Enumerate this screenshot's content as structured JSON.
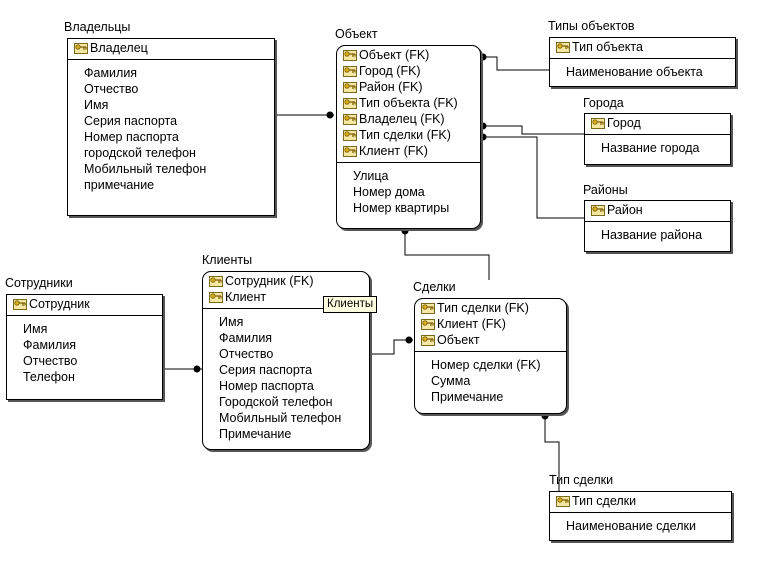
{
  "entities": {
    "owners": {
      "title": "Владельцы",
      "keys": [
        "Владелец"
      ],
      "attrs": [
        "Фамилия",
        "Отчество",
        "Имя",
        "Серия паспорта",
        "Номер паспорта",
        "городской телефон",
        "Мобильный телефон",
        "примечание"
      ]
    },
    "object": {
      "title": "Объект",
      "keys": [
        "Объект (FK)",
        "Город (FK)",
        "Район (FK)",
        "Тип объекта (FK)",
        "Владелец (FK)",
        "Тип сделки (FK)",
        "Клиент (FK)"
      ],
      "attrs": [
        "Улица",
        "Номер дома",
        "Номер квартиры"
      ]
    },
    "object_types": {
      "title": "Типы объектов",
      "keys": [
        "Тип объекта"
      ],
      "attrs": [
        "Наименование объекта"
      ]
    },
    "cities": {
      "title": "Города",
      "keys": [
        "Город"
      ],
      "attrs": [
        "Название города"
      ]
    },
    "districts": {
      "title": "Районы",
      "keys": [
        "Район"
      ],
      "attrs": [
        "Название района"
      ]
    },
    "employees": {
      "title": "Сотрудники",
      "keys": [
        "Сотрудник"
      ],
      "attrs": [
        "Имя",
        "Фамилия",
        "Отчество",
        "Телефон"
      ]
    },
    "clients": {
      "title": "Клиенты",
      "keys": [
        "Сотрудник (FK)",
        "Клиент"
      ],
      "attrs": [
        "Имя",
        "Фамилия",
        "Отчество",
        "Серия паспорта",
        "Номер паспорта",
        "Городской телефон",
        "Мобильный телефон",
        "Примечание"
      ]
    },
    "deals": {
      "title": "Сделки",
      "keys": [
        "Тип сделки (FK)",
        "Клиент (FK)",
        "Объект"
      ],
      "attrs": [
        "Номер сделки (FK)",
        "Сумма",
        "Примечание"
      ]
    },
    "deal_type": {
      "title": "Тип сделки",
      "keys": [
        "Тип сделки"
      ],
      "attrs": [
        "Наименование сделки"
      ]
    }
  },
  "tooltip": "Клиенты",
  "icons": {
    "key": "key-icon"
  }
}
